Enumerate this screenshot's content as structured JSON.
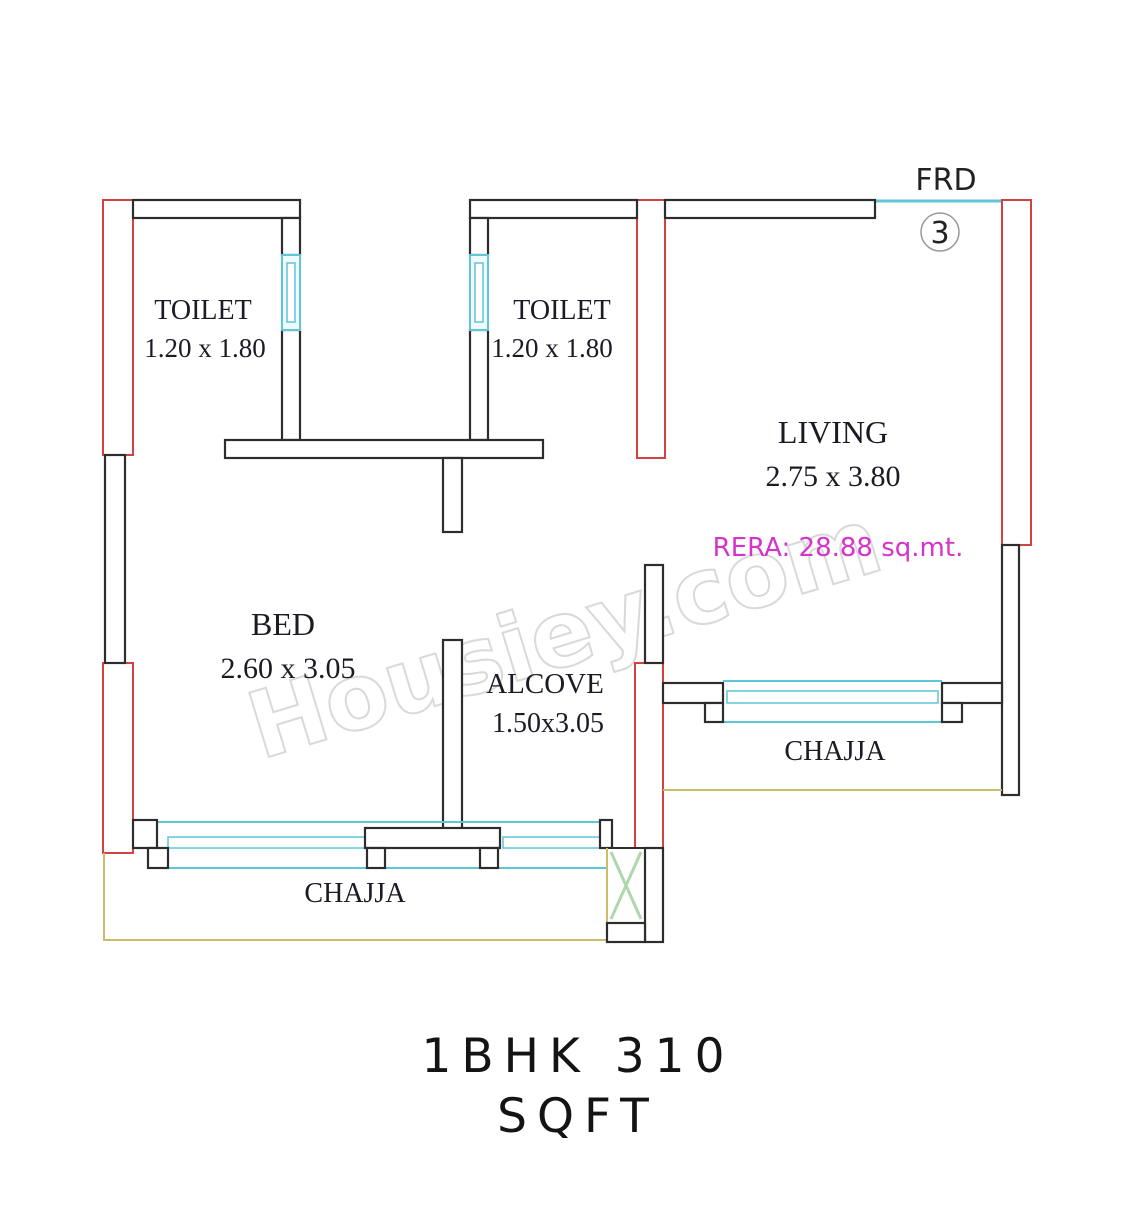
{
  "plan": {
    "frd_label": "FRD",
    "column_number": "3",
    "rera_note": "RERA: 28.88 sq.mt.",
    "watermark": "Housiey.com",
    "title_line1": "1BHK 310",
    "title_line2": "SQFT",
    "rooms": {
      "toilet1": {
        "name": "TOILET",
        "dimensions": "1.20 x 1.80"
      },
      "toilet2": {
        "name": "TOILET",
        "dimensions": "1.20 x 1.80"
      },
      "living": {
        "name": "LIVING",
        "dimensions": "2.75 x 3.80"
      },
      "bed": {
        "name": "BED",
        "dimensions": "2.60 x 3.05"
      },
      "alcove": {
        "name": "ALCOVE",
        "dimensions": "1.50x3.05"
      },
      "chajja_right": {
        "name": "CHAJJA"
      },
      "chajja_bottom": {
        "name": "CHAJJA"
      }
    },
    "colors": {
      "exterior_wall_red": "#cf4343",
      "interior_wall_black": "#2d2d2d",
      "window_cyan": "#5fc6d8",
      "chajja_boundary_tan": "#ccbb6b",
      "shaft_green": "#aed7ae",
      "rera_magenta": "#d733cb",
      "watermark_gray": "#d9d9d9"
    }
  }
}
